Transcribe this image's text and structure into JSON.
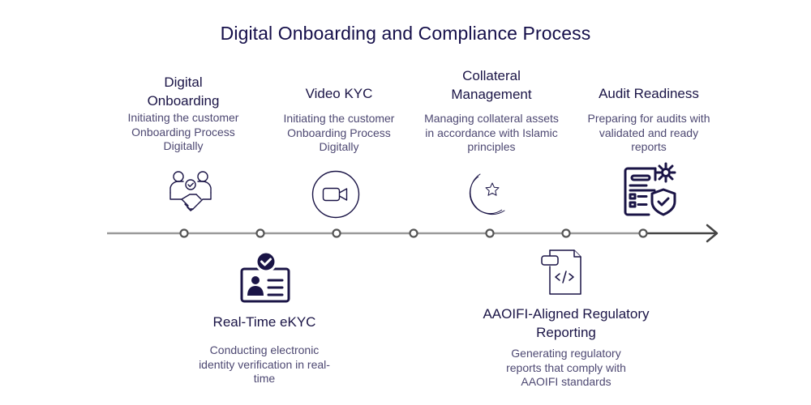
{
  "title": "Digital Onboarding and Compliance Process",
  "colors": {
    "primary": "#1a1446",
    "description": "#4d4872",
    "timeline": "#9a9a9a",
    "timeline_end": "#444444"
  },
  "steps": [
    {
      "title": "Digital Onboarding",
      "description": "Initiating the customer Onboarding Process Digitally",
      "icon": "handshake-team-icon",
      "position": "top"
    },
    {
      "title": "Real-Time eKYC",
      "description": "Conducting electronic identity verification in real-time",
      "icon": "verified-id-card-icon",
      "position": "bottom"
    },
    {
      "title": "Video KYC",
      "description": "Initiating the customer Onboarding Process Digitally",
      "icon": "video-camera-icon",
      "position": "top"
    },
    {
      "title": "Collateral Management",
      "description": "Managing collateral assets in accordance with Islamic principles",
      "icon": "crescent-star-icon",
      "position": "top"
    },
    {
      "title": "AAOIFI-Aligned Regulatory Reporting",
      "description": "Generating regulatory reports that comply with AAOIFI standards",
      "icon": "code-document-icon",
      "position": "bottom"
    },
    {
      "title": "Audit Readiness",
      "description": "Preparing for audits with validated and ready reports",
      "icon": "audit-report-shield-icon",
      "position": "top"
    }
  ]
}
